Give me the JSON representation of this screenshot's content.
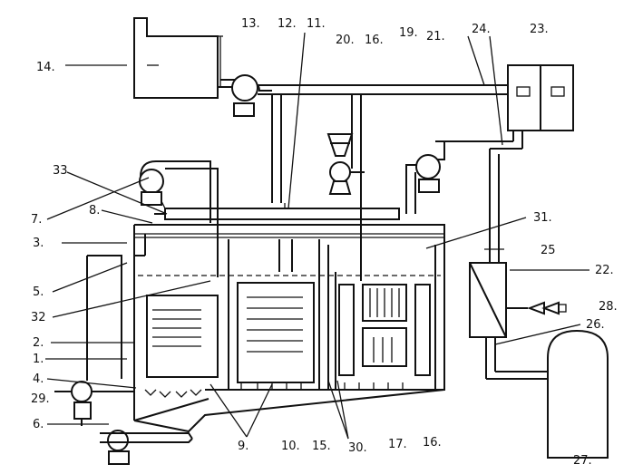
{
  "labels": {
    "l1": "1.",
    "l2": "2.",
    "l3": "3.",
    "l4": "4.",
    "l5": "5.",
    "l6": "6.",
    "l7": "7.",
    "l8": "8.",
    "l9": "9.",
    "l10": "10.",
    "l11": "11.",
    "l12": "12.",
    "l13": "13.",
    "l14": "14.",
    "l15": "15.",
    "l16a": "16.",
    "l16b": "16.",
    "l17": "17.",
    "l19": "19.",
    "l20": "20.",
    "l21": "21.",
    "l22": "22.",
    "l23": "23.",
    "l24": "24.",
    "l25": "25",
    "l26": "26.",
    "l27": "27.",
    "l28": "28.",
    "l29": "29.",
    "l30": "30.",
    "l31": "31.",
    "l32": "32",
    "l33": "33"
  }
}
